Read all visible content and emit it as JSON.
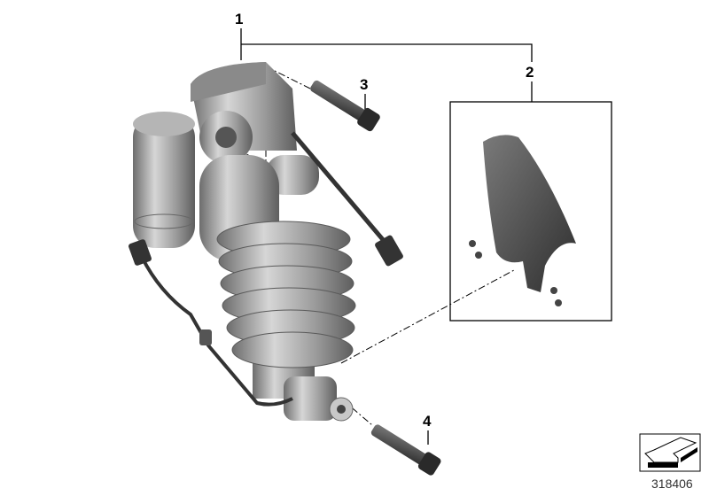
{
  "callouts": {
    "part1": "1",
    "part2": "2",
    "part3": "3",
    "part4": "4"
  },
  "diagram_number": "318406",
  "parts": [
    "shock-absorber",
    "fender",
    "bolt-upper",
    "bolt-lower"
  ],
  "colors": {
    "metal": "#9a9a9a",
    "dark": "#4a4a4a",
    "line": "#000000"
  }
}
